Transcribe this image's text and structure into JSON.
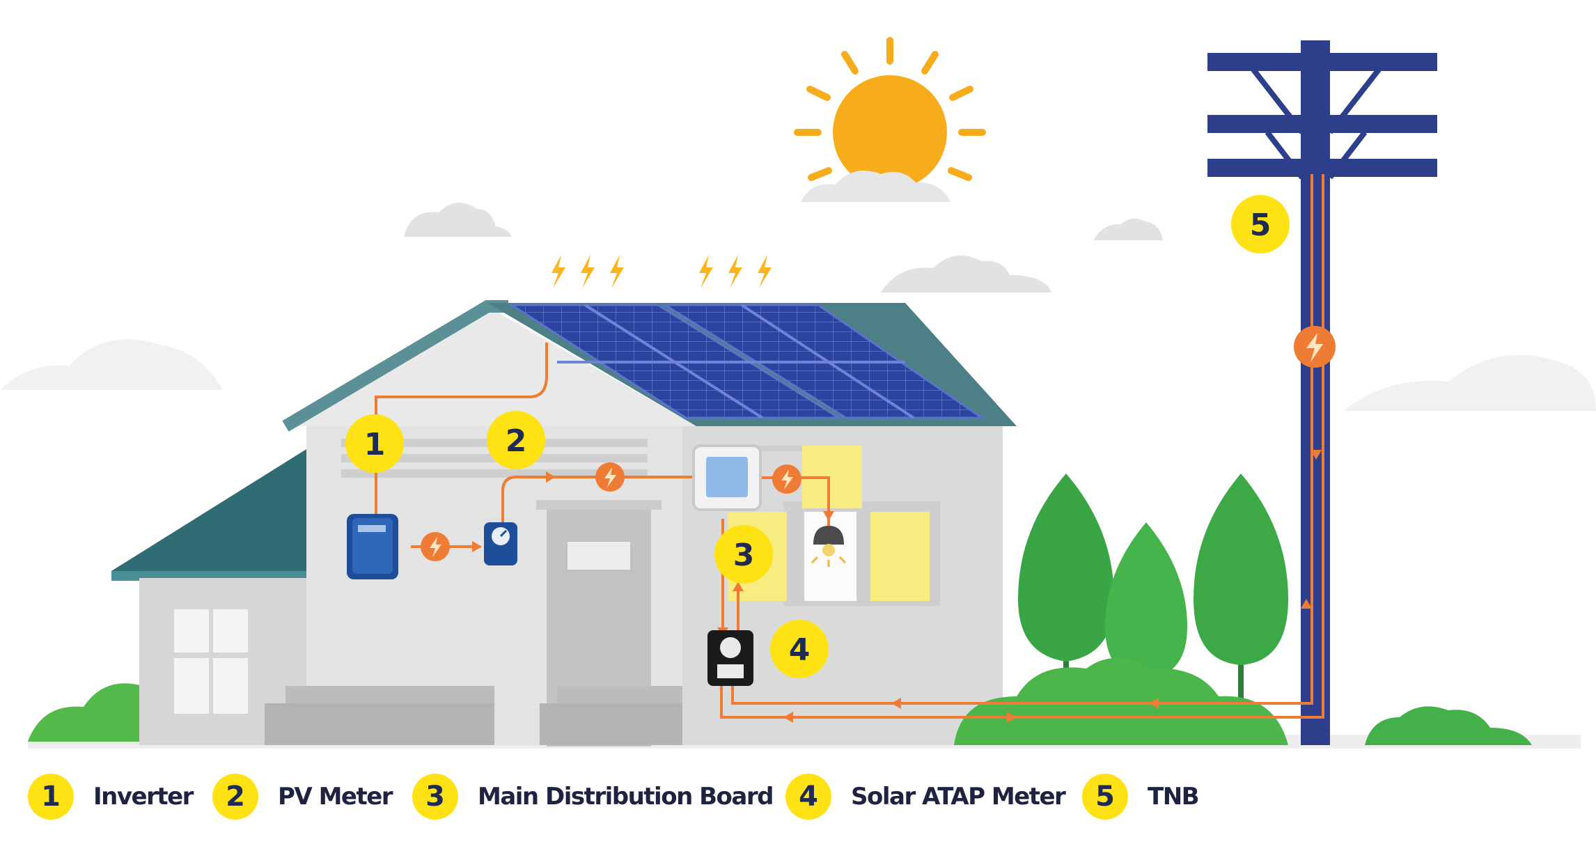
{
  "colors": {
    "badge": "#ffe213",
    "badge_text": "#1f2a55",
    "sun": "#f7ac1b",
    "pole": "#2d3f8a",
    "flow": "#ef7c35",
    "roof": "#4d7f86",
    "panel": "#28409b",
    "tree": "#42b549",
    "wall": "#dcdcdc"
  },
  "icons": [
    "sun-icon",
    "bolt-icon",
    "cloud-icon",
    "lamp-icon",
    "meter-icon",
    "inverter-icon",
    "utility-pole-icon",
    "tree-icon"
  ],
  "markers": [
    {
      "id": "inverter",
      "num": "1"
    },
    {
      "id": "pv-meter",
      "num": "2"
    },
    {
      "id": "distribution-board",
      "num": "3"
    },
    {
      "id": "atap-meter",
      "num": "4"
    },
    {
      "id": "tnb",
      "num": "5"
    }
  ],
  "legend": [
    {
      "num": "1",
      "label": "Inverter"
    },
    {
      "num": "2",
      "label": "PV Meter"
    },
    {
      "num": "3",
      "label": "Main Distribution Board"
    },
    {
      "num": "4",
      "label": "Solar ATAP Meter"
    },
    {
      "num": "5",
      "label": "TNB"
    }
  ]
}
